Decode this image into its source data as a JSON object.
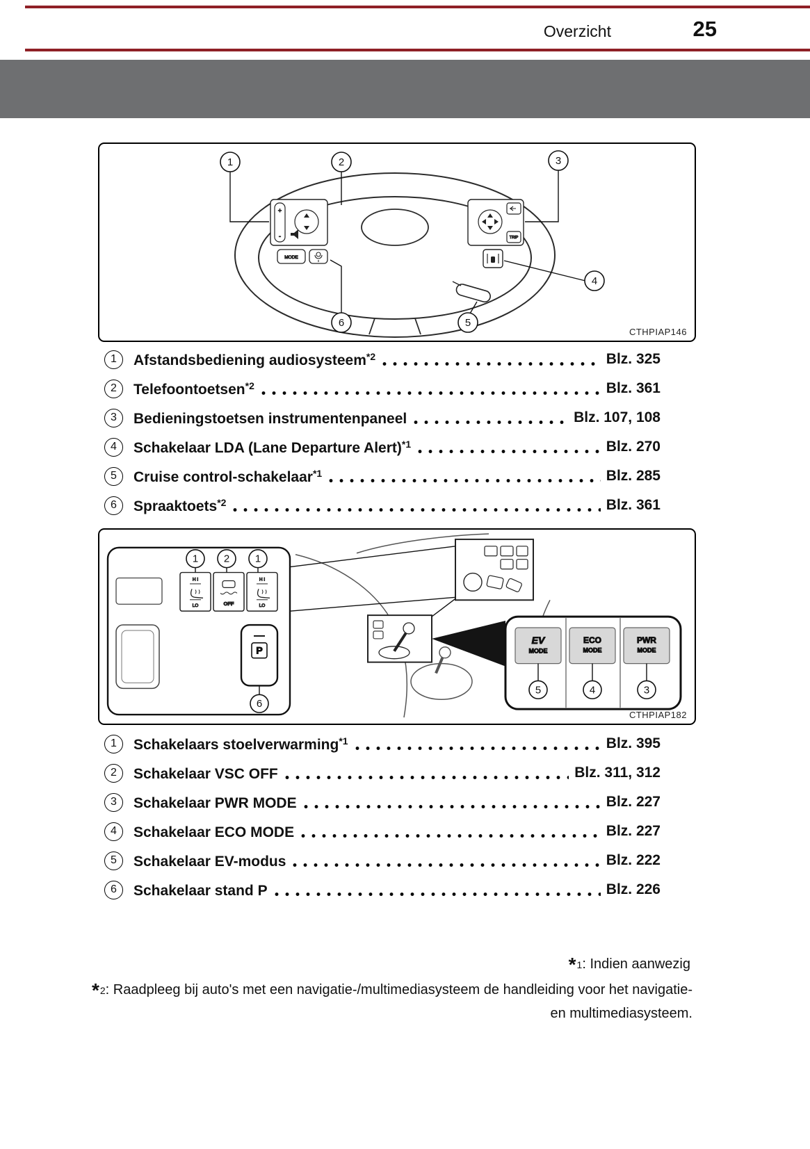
{
  "header": {
    "section_title": "Overzicht",
    "page_number": "25",
    "accent_color": "#8f2026",
    "band_color": "#6e6f71"
  },
  "figure1": {
    "code": "CTHPIAP146",
    "callouts": [
      "1",
      "2",
      "3",
      "4",
      "5",
      "6"
    ],
    "glyphs": {
      "plus": "+",
      "minus": "-",
      "mode": "MODE",
      "trip": "TRIP"
    }
  },
  "list1": {
    "items": [
      {
        "num": "1",
        "label": "Afstandsbediening audiosysteem",
        "sup": "*2",
        "ref": "Blz. 325"
      },
      {
        "num": "2",
        "label": "Telefoontoetsen",
        "sup": "*2",
        "ref": "Blz. 361"
      },
      {
        "num": "3",
        "label": "Bedieningstoetsen instrumentenpaneel",
        "sup": "",
        "ref": "Blz. 107, 108"
      },
      {
        "num": "4",
        "label": "Schakelaar LDA (Lane Departure Alert)",
        "sup": "*1",
        "ref": "Blz. 270"
      },
      {
        "num": "5",
        "label": "Cruise control-schakelaar",
        "sup": "*1",
        "ref": "Blz. 285"
      },
      {
        "num": "6",
        "label": "Spraaktoets",
        "sup": "*2",
        "ref": "Blz. 361"
      }
    ]
  },
  "figure2": {
    "code": "CTHPIAP182",
    "callouts": [
      "1",
      "2",
      "1",
      "6",
      "5",
      "4",
      "3"
    ],
    "labels": {
      "hi": "H I",
      "lo": "LO",
      "off": "OFF",
      "p": "P",
      "ev": "EV",
      "eco": "ECO",
      "pwr": "PWR",
      "mode": "MODE"
    }
  },
  "list2": {
    "items": [
      {
        "num": "1",
        "label": "Schakelaars stoelverwarming",
        "sup": "*1",
        "ref": "Blz. 395"
      },
      {
        "num": "2",
        "label": "Schakelaar VSC OFF",
        "sup": "",
        "ref": "Blz. 311, 312"
      },
      {
        "num": "3",
        "label": "Schakelaar PWR MODE",
        "sup": "",
        "ref": "Blz. 227"
      },
      {
        "num": "4",
        "label": "Schakelaar ECO MODE",
        "sup": "",
        "ref": "Blz. 227"
      },
      {
        "num": "5",
        "label": "Schakelaar EV-modus",
        "sup": "",
        "ref": "Blz. 222"
      },
      {
        "num": "6",
        "label": "Schakelaar stand P",
        "sup": "",
        "ref": "Blz. 226"
      }
    ]
  },
  "footnotes": {
    "note1": {
      "marker": "*",
      "index": "1",
      "text": ": Indien aanwezig"
    },
    "note2": {
      "marker": "*",
      "index": "2",
      "text": ": Raadpleeg bij auto's met een navigatie-/multimediasysteem de handleiding voor het navigatie- en multimediasysteem."
    }
  }
}
